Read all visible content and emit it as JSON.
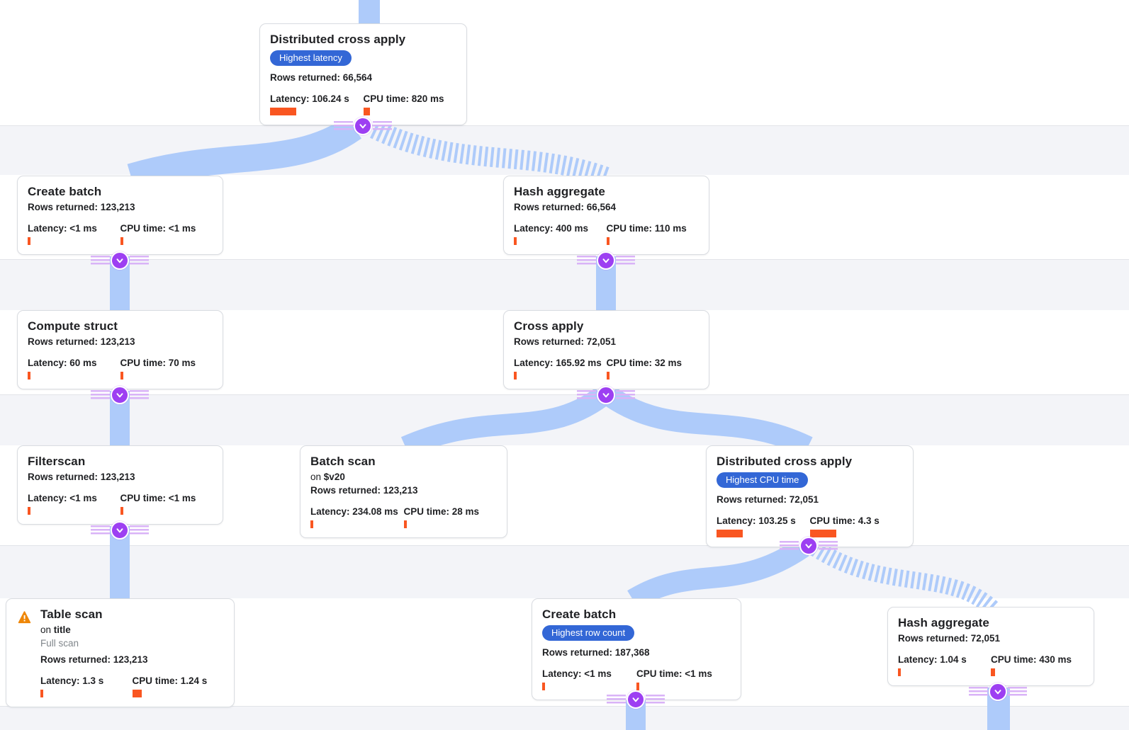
{
  "colors": {
    "edge_blue": "#aecbfa",
    "connector_purple": "#9d3ff2",
    "connector_stripe": "#d9b3f7",
    "badge_blue": "#3367d6",
    "metric_bar_orange": "#f95621",
    "warning_orange": "#ee8607",
    "card_border": "#d9dce1",
    "muted_text": "#80868b"
  },
  "nodes": [
    {
      "title": "Distributed cross apply",
      "badge": "Highest latency",
      "rows": "Rows returned: 66,564",
      "latency": "Latency: 106.24 s",
      "cpu": "CPU time: 820 ms",
      "latency_bar": 37,
      "cpu_bar": 9
    },
    {
      "title": "Create batch",
      "rows": "Rows returned: 123,213",
      "latency": "Latency: <1 ms",
      "cpu": "CPU time: <1 ms",
      "latency_bar": 4,
      "cpu_bar": 4
    },
    {
      "title": "Hash aggregate",
      "rows": "Rows returned: 66,564",
      "latency": "Latency: 400 ms",
      "cpu": "CPU time: 110 ms",
      "latency_bar": 4,
      "cpu_bar": 4
    },
    {
      "title": "Compute struct",
      "rows": "Rows returned: 123,213",
      "latency": "Latency: 60 ms",
      "cpu": "CPU time: 70 ms",
      "latency_bar": 4,
      "cpu_bar": 4
    },
    {
      "title": "Cross apply",
      "rows": "Rows returned: 72,051",
      "latency": "Latency: 165.92 ms",
      "cpu": "CPU time: 32 ms",
      "latency_bar": 4,
      "cpu_bar": 4
    },
    {
      "title": "Filterscan",
      "rows": "Rows returned: 123,213",
      "latency": "Latency: <1 ms",
      "cpu": "CPU time: <1 ms",
      "latency_bar": 4,
      "cpu_bar": 4
    },
    {
      "title": "Batch scan",
      "on_prefix": "on",
      "on_value": "$v20",
      "rows": "Rows returned: 123,213",
      "latency": "Latency: 234.08 ms",
      "cpu": "CPU time: 28 ms",
      "latency_bar": 4,
      "cpu_bar": 4
    },
    {
      "title": "Distributed cross apply",
      "badge": "Highest CPU time",
      "rows": "Rows returned: 72,051",
      "latency": "Latency: 103.25 s",
      "cpu": "CPU time: 4.3 s",
      "latency_bar": 37,
      "cpu_bar": 37
    },
    {
      "title": "Table scan",
      "on_prefix": "on",
      "on_value": "title",
      "scan_note": "Full scan",
      "rows": "Rows returned: 123,213",
      "latency": "Latency: 1.3 s",
      "cpu": "CPU time: 1.24 s",
      "latency_bar": 4,
      "cpu_bar": 13
    },
    {
      "title": "Create batch",
      "badge": "Highest row count",
      "rows": "Rows returned: 187,368",
      "latency": "Latency: <1 ms",
      "cpu": "CPU time: <1 ms",
      "latency_bar": 4,
      "cpu_bar": 4
    },
    {
      "title": "Hash aggregate",
      "rows": "Rows returned: 72,051",
      "latency": "Latency: 1.04 s",
      "cpu": "CPU time: 430 ms",
      "latency_bar": 4,
      "cpu_bar": 6
    }
  ]
}
